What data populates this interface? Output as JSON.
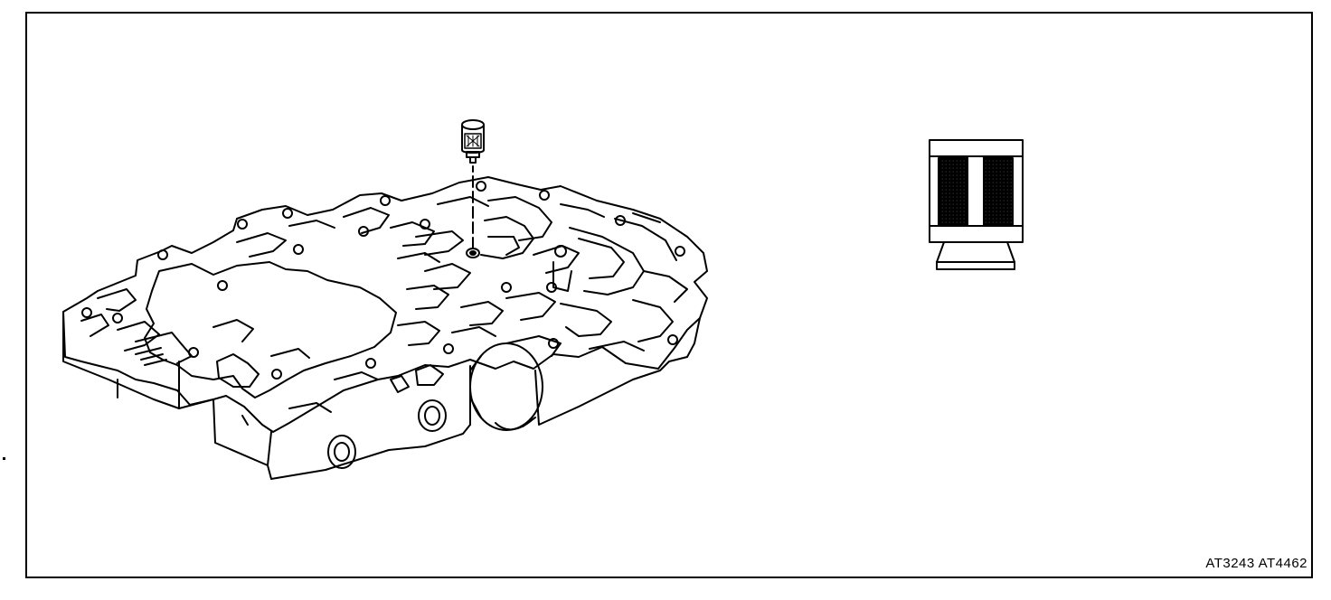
{
  "figure": {
    "code_label": "AT3243 AT4462",
    "line_color": "#000000",
    "background": "#ffffff",
    "parts": [
      {
        "name": "valve-body",
        "icon": "valve-body-icon"
      },
      {
        "name": "oil-strainer",
        "icon": "strainer-icon"
      },
      {
        "name": "strainer-detail",
        "icon": "strainer-detail-icon"
      }
    ]
  }
}
